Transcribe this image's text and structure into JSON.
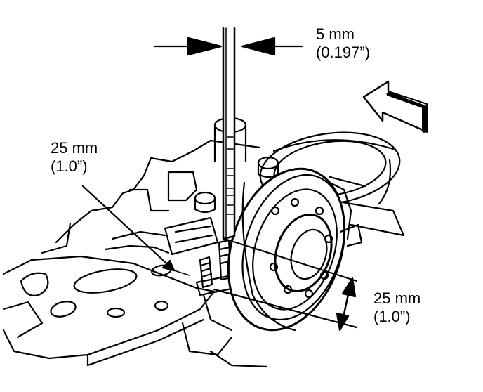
{
  "figure": {
    "background_color": "#ffffff",
    "ink_color": "#000000"
  },
  "callouts": {
    "gap_top": {
      "metric": "5 mm",
      "imperial": "(0.197”)"
    },
    "offset_left": {
      "metric": "25 mm",
      "imperial": "(1.0”)"
    },
    "offset_right": {
      "metric": "25 mm",
      "imperial": "(1.0”)"
    }
  }
}
